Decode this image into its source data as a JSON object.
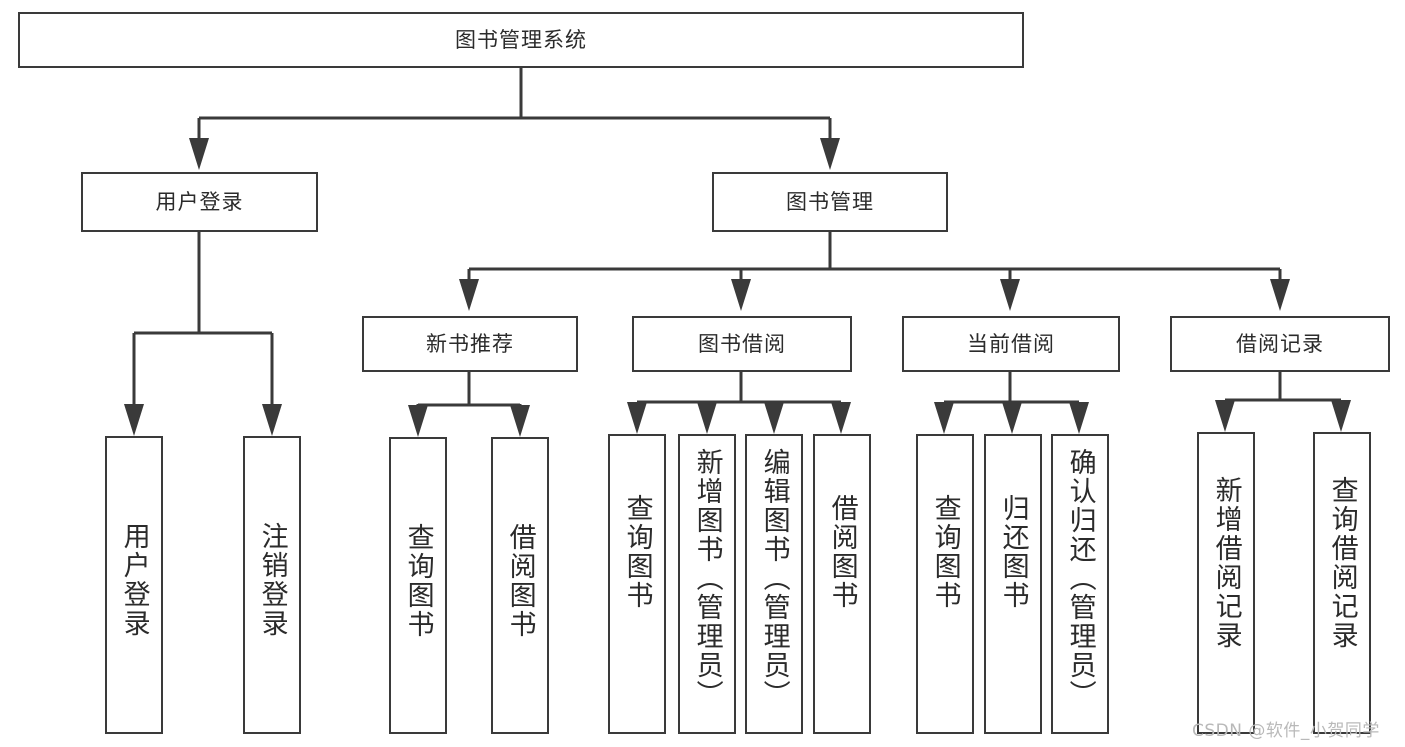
{
  "diagram": {
    "title": "图书管理系统",
    "watermark": "CSDN @软件_小贺同学",
    "line_color": "#3a3a3a",
    "background_color": "#ffffff",
    "text_color": "#2b2b2b"
  },
  "nodes": {
    "root": {
      "label": "图书管理系统",
      "orientation": "horizontal"
    },
    "level2": [
      {
        "label": "用户登录",
        "orientation": "horizontal"
      },
      {
        "label": "图书管理",
        "orientation": "horizontal"
      }
    ],
    "level3": [
      {
        "label": "新书推荐",
        "orientation": "horizontal"
      },
      {
        "label": "图书借阅",
        "orientation": "horizontal"
      },
      {
        "label": "当前借阅",
        "orientation": "horizontal"
      },
      {
        "label": "借阅记录",
        "orientation": "horizontal"
      }
    ],
    "leaves": {
      "user_login": [
        {
          "label": "用户登录",
          "orientation": "vertical"
        },
        {
          "label": "注销登录",
          "orientation": "vertical"
        }
      ],
      "new_book_recommend": [
        {
          "label": "查询图书",
          "orientation": "vertical"
        },
        {
          "label": "借阅图书",
          "orientation": "vertical"
        }
      ],
      "book_borrow": [
        {
          "label": "查询图书",
          "orientation": "vertical"
        },
        {
          "label": "新增图书（管理员）",
          "orientation": "vertical"
        },
        {
          "label": "编辑图书（管理员）",
          "orientation": "vertical"
        },
        {
          "label": "借阅图书",
          "orientation": "vertical"
        }
      ],
      "current_borrow": [
        {
          "label": "查询图书",
          "orientation": "vertical"
        },
        {
          "label": "归还图书",
          "orientation": "vertical"
        },
        {
          "label": "确认归还（管理员）",
          "orientation": "vertical"
        }
      ],
      "borrow_record": [
        {
          "label": "新增借阅记录",
          "orientation": "vertical"
        },
        {
          "label": "查询借阅记录",
          "orientation": "vertical"
        }
      ]
    }
  }
}
